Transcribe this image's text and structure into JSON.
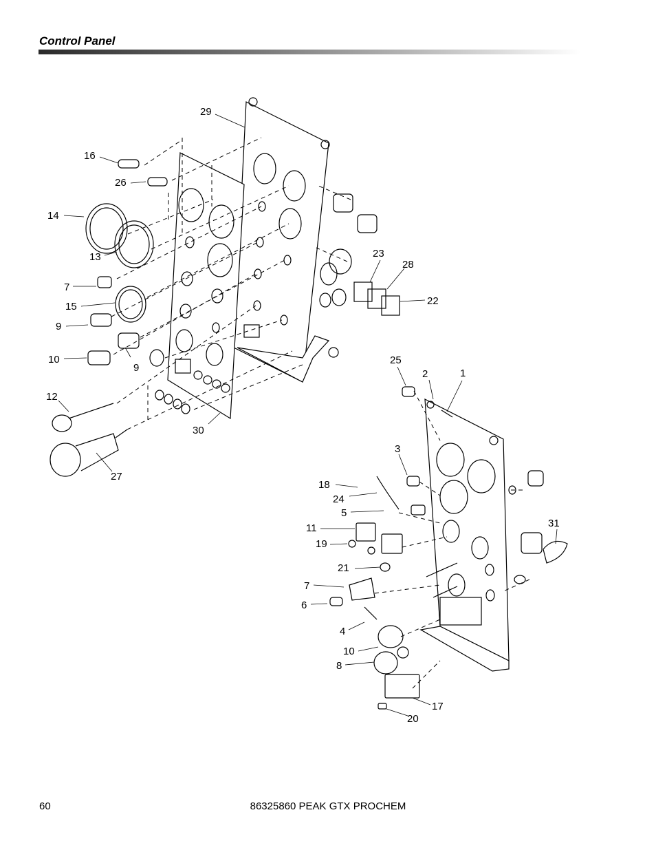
{
  "header": {
    "title": "Control Panel"
  },
  "callouts": {
    "c1": "1",
    "c2": "2",
    "c3": "3",
    "c4": "4",
    "c5": "5",
    "c6": "6",
    "c7": "7",
    "c8": "8",
    "c9": "9",
    "c10": "10",
    "c11": "11",
    "c12": "12",
    "c13": "13",
    "c14": "14",
    "c15": "15",
    "c16": "16",
    "c17": "17",
    "c18": "18",
    "c19": "19",
    "c20": "20",
    "c21": "21",
    "c22": "22",
    "c23": "23",
    "c24": "24",
    "c25": "25",
    "c26": "26",
    "c27": "27",
    "c28": "28",
    "c29": "29",
    "c30": "30",
    "c31": "31"
  },
  "footer": {
    "page_number": "60",
    "document_id": "86325860 PEAK GTX PROCHEM"
  }
}
